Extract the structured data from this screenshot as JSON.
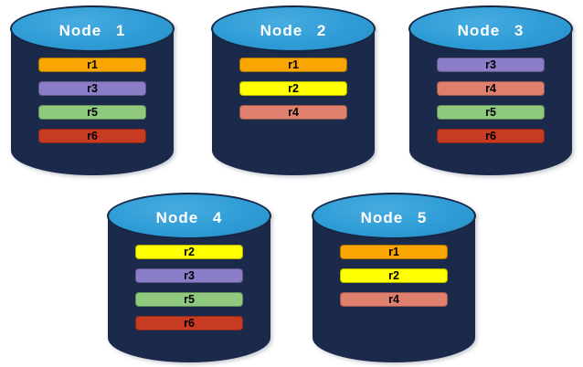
{
  "diagram": {
    "kind": "replica-distribution-cylinders",
    "colors": {
      "cylinder_body": "#1B2A4A",
      "cylinder_top": "#2F9CD6",
      "cylinder_border": "#152642",
      "title_text": "#FFFFFF",
      "bar_text": "#000000",
      "replica": {
        "r1": "#F9A602",
        "r2": "#FFFF00",
        "r3": "#8B7DC8",
        "r4": "#DF7F6E",
        "r5": "#8FC97E",
        "r6": "#C63B22"
      }
    },
    "nodes": [
      {
        "label": "Node 1",
        "replicas": [
          "r1",
          "r3",
          "r5",
          "r6"
        ]
      },
      {
        "label": "Node 2",
        "replicas": [
          "r1",
          "r2",
          "r4"
        ]
      },
      {
        "label": "Node 3",
        "replicas": [
          "r3",
          "r4",
          "r5",
          "r6"
        ]
      },
      {
        "label": "Node 4",
        "replicas": [
          "r2",
          "r3",
          "r5",
          "r6"
        ]
      },
      {
        "label": "Node 5",
        "replicas": [
          "r1",
          "r2",
          "r4"
        ]
      }
    ]
  }
}
